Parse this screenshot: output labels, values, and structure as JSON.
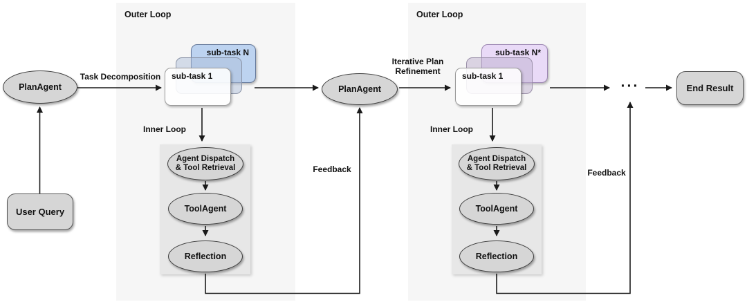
{
  "colors": {
    "panel_bg": "#f6f6f6",
    "inner_box_bg": "#e7e7e7",
    "node_fill": "#d6d6d6",
    "subtask_back_blue": "#bdd3f0",
    "subtask_back_purple": "#e9daf7",
    "arrow": "#1a1a1a"
  },
  "left": {
    "plan_agent": "PlanAgent",
    "user_query": "User Query",
    "task_decomposition": "Task Decomposition"
  },
  "loop1": {
    "outer_label": "Outer Loop",
    "inner_label": "Inner Loop",
    "subtask_back": "sub-task N",
    "subtask_front": "sub-task 1",
    "steps": [
      {
        "line1": "Agent Dispatch",
        "line2": "& Tool Retrieval"
      },
      {
        "line1": "ToolAgent"
      },
      {
        "line1": "Reflection"
      }
    ],
    "feedback": "Feedback"
  },
  "middle": {
    "plan_agent": "PlanAgent",
    "refinement_line1": "Iterative Plan",
    "refinement_line2": "Refinement"
  },
  "loop2": {
    "outer_label": "Outer Loop",
    "inner_label": "Inner Loop",
    "subtask_back": "sub-task N*",
    "subtask_front": "sub-task 1",
    "steps": [
      {
        "line1": "Agent Dispatch",
        "line2": "& Tool Retrieval"
      },
      {
        "line1": "ToolAgent"
      },
      {
        "line1": "Reflection"
      }
    ],
    "feedback": "Feedback"
  },
  "right": {
    "ellipsis": "···",
    "end_result": "End Result"
  }
}
